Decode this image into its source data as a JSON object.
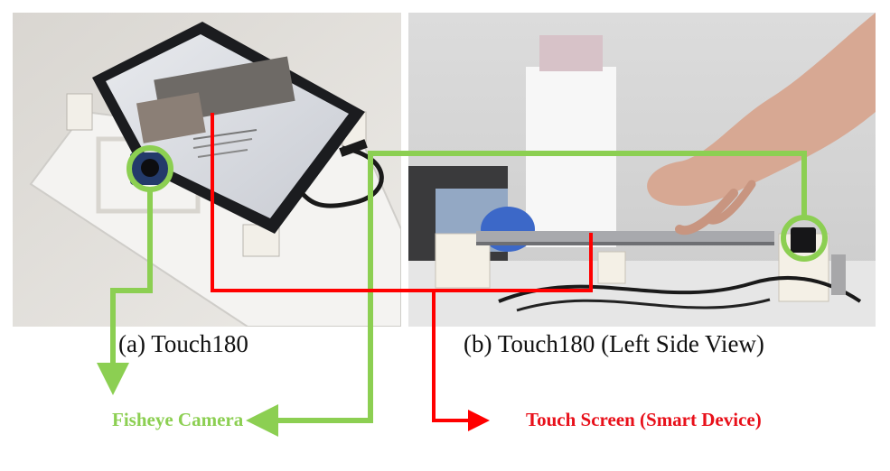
{
  "captions": {
    "a": "(a) Touch180",
    "b": "(b) Touch180 (Left Side View)"
  },
  "callouts": {
    "camera": "Fisheye Camera",
    "screen": "Touch Screen (Smart Device)"
  },
  "colors": {
    "camera_line": "#8ccf52",
    "screen_line": "#ff0000",
    "camera_text": "#8ccf52",
    "screen_text": "#e8101a"
  }
}
